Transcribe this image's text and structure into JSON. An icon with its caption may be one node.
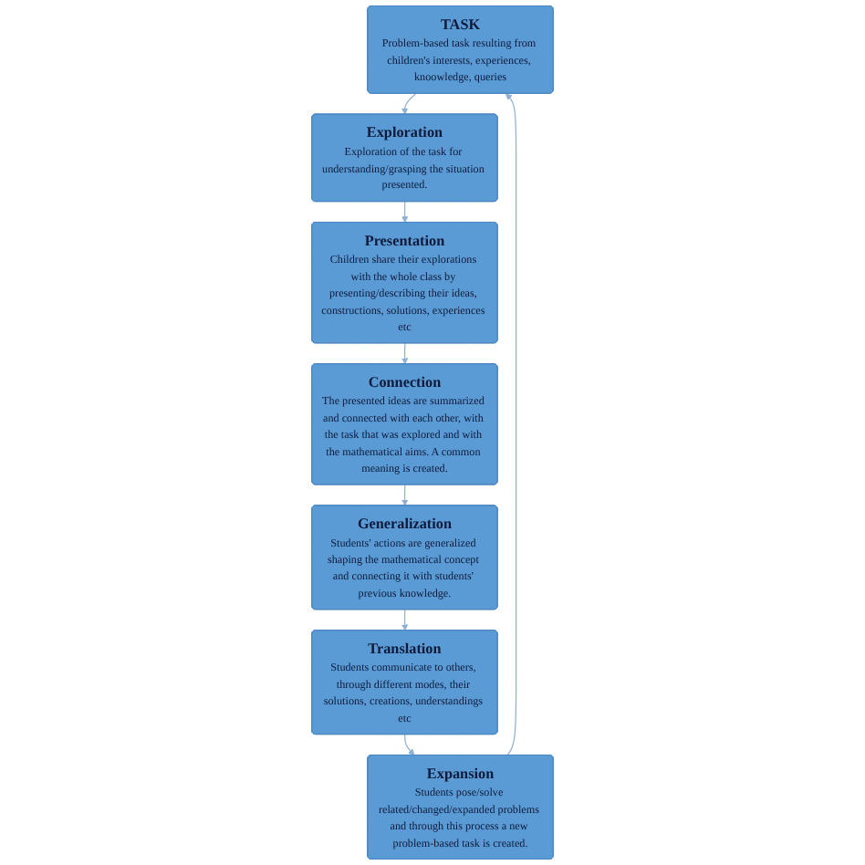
{
  "diagram": {
    "nodes": [
      {
        "text": [
          "TASK",
          "Problem-based task resulting from children's interests, experiences, knoowledge, queries"
        ]
      },
      {
        "text": [
          "Exploration",
          "Exploration of the task for understanding/grasping the situation presented."
        ]
      },
      {
        "text": [
          "Presentation",
          "Children share their explorations with the whole class by presenting/describing their ideas, constructions, solutions, experiences etc"
        ]
      },
      {
        "text": [
          "Connection",
          "The presented ideas are summarized and connected with each other, with the task that was explored and with the mathematical aims. A common meaning is created."
        ]
      },
      {
        "text": [
          "Generalization",
          "Students' actions are generalized shaping the mathematical concept and connecting it with students' previous knowledge."
        ]
      },
      {
        "text": [
          "Translation",
          "Students communicate to others, through different modes, their solutions, creations, understandings etc"
        ]
      },
      {
        "text": [
          "Expansion",
          "Students pose/solve related/changed/expanded problems and through this process a new problem-based task is created."
        ]
      }
    ],
    "edges": [
      {
        "from": 0,
        "to": 1,
        "arrow": "to"
      },
      {
        "from": 1,
        "to": 2,
        "arrow": "to"
      },
      {
        "from": 2,
        "to": 3,
        "arrow": "to"
      },
      {
        "from": 3,
        "to": 4,
        "arrow": "to"
      },
      {
        "from": 4,
        "to": 5,
        "arrow": "to"
      },
      {
        "from": 5,
        "to": 6,
        "arrow": "to"
      },
      {
        "from": 6,
        "to": 0,
        "arrow": "to"
      }
    ]
  }
}
